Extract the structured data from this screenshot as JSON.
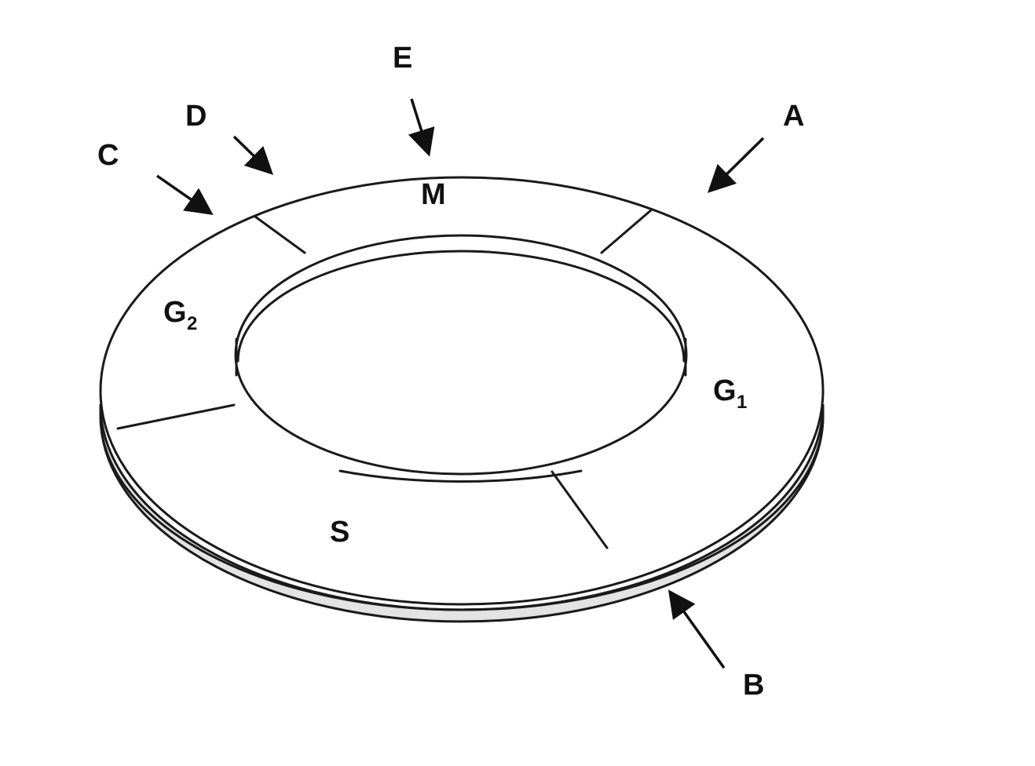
{
  "labels": {
    "a": "A",
    "b": "B",
    "c": "C",
    "d": "D",
    "e": "E",
    "m": "M",
    "s": "S",
    "g1_letter": "G",
    "g1_sub": "1",
    "g2_letter": "G",
    "g2_sub": "2"
  },
  "colors": {
    "line": "#1a1a1a",
    "rim_fill": "#e3e3e3",
    "face_fill": "#ffffff"
  }
}
